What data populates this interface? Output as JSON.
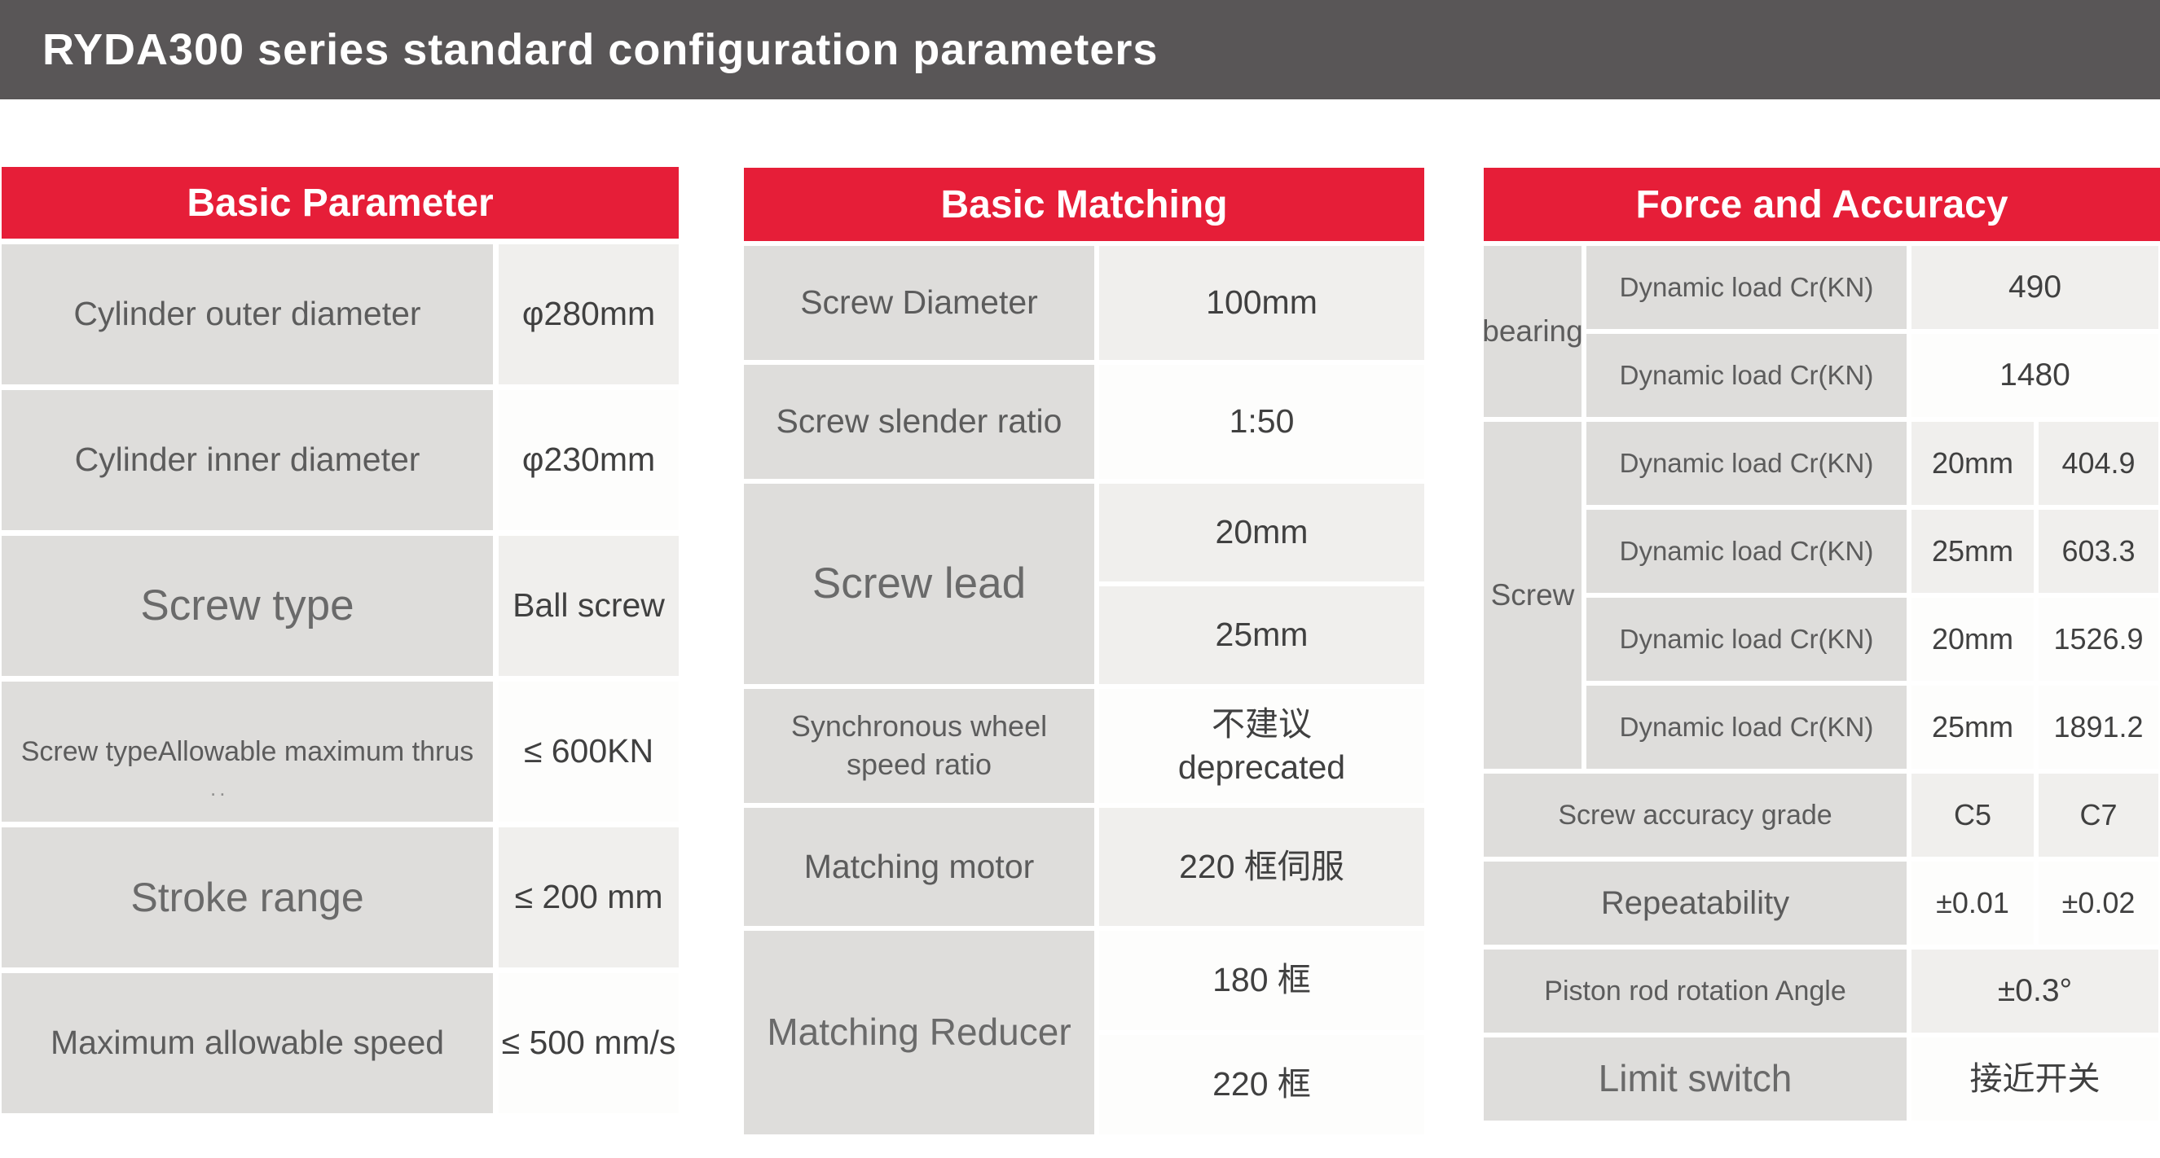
{
  "page": {
    "title": "RYDA300 series standard configuration parameters"
  },
  "colors": {
    "titlebar": "#595657",
    "accent_red": "#e61e38",
    "label_cell": "#dedddb",
    "light_cell": "#f0efed",
    "white_cell": "#fdfdfc"
  },
  "tables": {
    "basic_parameter": {
      "header": "Basic Parameter",
      "rows": [
        {
          "label": "Cylinder outer diameter",
          "value": "φ280mm"
        },
        {
          "label": "Cylinder inner diameter",
          "value": "φ230mm"
        },
        {
          "label": "Screw type",
          "value": "Ball screw"
        },
        {
          "label": "Screw typeAllowable maximum thrus",
          "value": "≤ 600KN",
          "note": ".."
        },
        {
          "label": "Stroke range",
          "value": "≤ 200 mm"
        },
        {
          "label": "Maximum allowable speed",
          "value": "≤ 500 mm/s"
        }
      ]
    },
    "basic_matching": {
      "header": "Basic Matching",
      "screw_diameter": {
        "label": "Screw Diameter",
        "value": "100mm"
      },
      "slender_ratio": {
        "label": "Screw slender ratio",
        "value": "1:50"
      },
      "screw_lead": {
        "label": "Screw lead",
        "value_1": "20mm",
        "value_2": "25mm"
      },
      "sync_wheel": {
        "label": "Synchronous wheel speed ratio",
        "value_zh": "不建议",
        "value_en": "deprecated"
      },
      "motor": {
        "label": "Matching motor",
        "value": "220 框伺服"
      },
      "reducer": {
        "label": "Matching Reducer",
        "value_1": "180 框",
        "value_2": "220 框"
      }
    },
    "force_accuracy": {
      "header": "Force and Accuracy",
      "bearing": {
        "group": "bearing",
        "rows": [
          {
            "param": "Dynamic load Cr(KN)",
            "value": "490"
          },
          {
            "param": "Dynamic load Cr(KN)",
            "value": "1480"
          }
        ]
      },
      "screw": {
        "group": "Screw",
        "rows": [
          {
            "param": "Dynamic load Cr(KN)",
            "lead": "20mm",
            "value": "404.9"
          },
          {
            "param": "Dynamic load Cr(KN)",
            "lead": "25mm",
            "value": "603.3"
          },
          {
            "param": "Dynamic load Cr(KN)",
            "lead": "20mm",
            "value": "1526.9"
          },
          {
            "param": "Dynamic load Cr(KN)",
            "lead": "25mm",
            "value": "1891.2"
          }
        ]
      },
      "accuracy_grade": {
        "label": "Screw accuracy grade",
        "value_c5": "C5",
        "value_c7": "C7"
      },
      "repeatability": {
        "label": "Repeatability",
        "value_c5": "±0.01",
        "value_c7": "±0.02"
      },
      "piston_rotation": {
        "label": "Piston rod rotation Angle",
        "value": "±0.3°"
      },
      "limit_switch": {
        "label": "Limit switch",
        "value": "接近开关"
      }
    }
  }
}
